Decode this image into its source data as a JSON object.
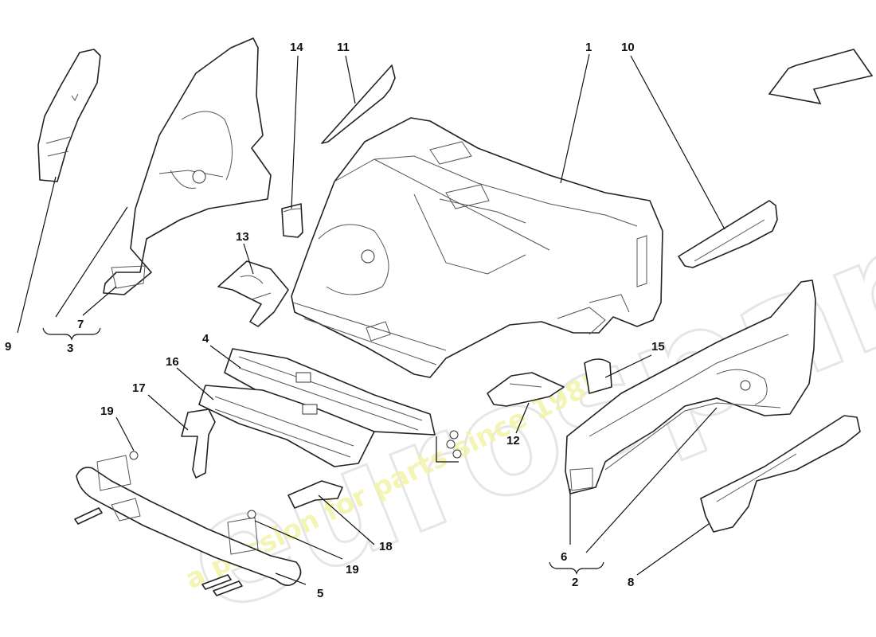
{
  "watermark": {
    "brand": "eurospares",
    "tagline": "a passion for parts since 1985"
  },
  "callouts": {
    "c1": "1",
    "c2": "2",
    "c3": "3",
    "c4": "4",
    "c5": "5",
    "c6": "6",
    "c7": "7",
    "c8": "8",
    "c9": "9",
    "c10": "10",
    "c11": "11",
    "c12": "12",
    "c13": "13",
    "c14": "14",
    "c15": "15",
    "c16": "16",
    "c17": "17",
    "c18": "18",
    "c19a": "19",
    "c19b": "19"
  },
  "icons": {
    "direction_arrow": "direction-arrow-icon"
  }
}
